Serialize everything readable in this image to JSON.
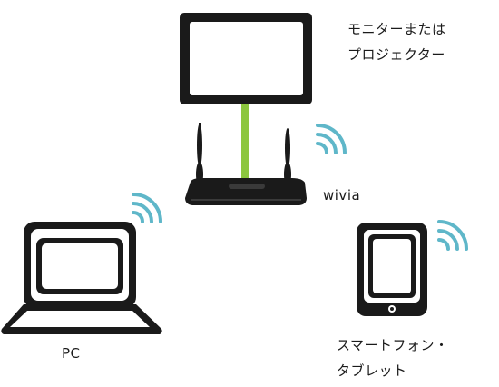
{
  "devices": {
    "monitor": {
      "label_line1": "モニターまたは",
      "label_line2": "プロジェクター"
    },
    "router": {
      "label": "wivia"
    },
    "pc": {
      "label": "PC"
    },
    "tablet": {
      "label_line1": "スマートフォン・",
      "label_line2": "タブレット"
    }
  },
  "colors": {
    "outline": "#1a1a1a",
    "cable": "#8cc63f",
    "wifi": "#5fb7c9",
    "background": "#ffffff"
  },
  "icons": [
    "monitor-icon",
    "router-icon",
    "laptop-icon",
    "tablet-icon",
    "wifi-signal-icon"
  ]
}
